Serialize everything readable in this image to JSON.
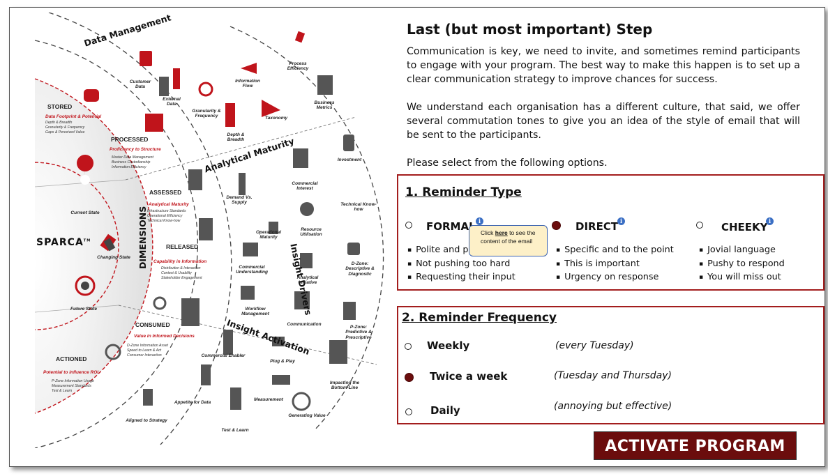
{
  "diagram": {
    "rings": {
      "data_management": "Data Management",
      "analytical_maturity": "Analytical Maturity",
      "insight_drivers": "Insight Drivers",
      "insight_activation": "Insight Activation",
      "dimensions": "DIMENSIONS"
    },
    "logo": "SPARCA",
    "logo_tm": "TM",
    "core": {
      "current_state": "Current State",
      "changing_state": "Changing State",
      "future_state": "Future State"
    },
    "stages": {
      "stored": {
        "title": "STORED",
        "sub": "Data Footprint & Potential",
        "lines": [
          "Depth & Breadth",
          "Granularity & Frequency",
          "Gaps & Perceived Value"
        ]
      },
      "processed": {
        "title": "PROCESSED",
        "sub": "Proficiency to Structure",
        "lines": [
          "Master Data Management",
          "Business Custodianship",
          "Information Efficiency"
        ]
      },
      "assessed": {
        "title": "ASSESSED",
        "sub": "Analytical Maturity",
        "lines": [
          "Infrastructure Standards",
          "Operational Efficiency",
          "Technical Know-how"
        ]
      },
      "released": {
        "title": "RELEASED",
        "sub": "Capability in Information",
        "lines": [
          "Distribution & Interaction",
          "Context & Usability",
          "Stakeholder Engagement"
        ]
      },
      "consumed": {
        "title": "CONSUMED",
        "sub": "Value in Informed Decisions",
        "lines": [
          "D-Zone Information Asset",
          "Speed to Learn & Act",
          "Consumer Interaction"
        ]
      },
      "actioned": {
        "title": "ACTIONED",
        "sub": "Potential to influence ROI",
        "lines": [
          "P-Zone Information Usage",
          "Measurement Standards",
          "Test & Learn"
        ]
      }
    },
    "labels": {
      "customer_data": "Customer Data",
      "external_data": "External Data",
      "granularity": "Granularity & Frequency",
      "depth_breadth": "Depth & Breadth",
      "information_flow": "Information Flow",
      "taxonomy": "Taxonomy",
      "process_efficiency": "Process Efficiency",
      "business_metrics": "Business Metrics",
      "investment": "Investment",
      "technical_know_how": "Technical Know-how",
      "commercial_interest": "Commercial Interest",
      "demand_supply": "Demand Vs. Supply",
      "operational_maturity": "Operational Maturity",
      "resource_utilisation": "Resource Utilisation",
      "commercial_understanding": "Commercial Understanding",
      "analytical_initiative": "Analytical Initiative",
      "d_zone": "D-Zone: Descriptive & Diagnostic",
      "workflow_management": "Workflow Management",
      "communication": "Communication",
      "p_zone": "P-Zone: Predictive & Prescriptive",
      "commercial_enabler": "Commercial Enabler",
      "plug_play": "Plug & Play",
      "impacting_bottom_line": "Impacting the Bottom-Line",
      "measurement": "Measurement",
      "appetite_for_data": "Appetite for Data",
      "generating_value": "Generating Value",
      "aligned_to_strategy": "Aligned to Strategy",
      "test_learn": "Test & Learn"
    }
  },
  "content": {
    "title": "Last (but most important) Step",
    "para1": "Communication is key, we need to invite, and sometimes remind participants to engage with your program. The best way to make this happen is to set up  a clear communication strategy to  improve chances for success.",
    "para2": "We understand each organisation has a different culture, that said, we offer several commutation tones to give you an idea of the style of email that will be sent to the participants.",
    "para3": "Please select from the following options."
  },
  "reminder_type": {
    "title": "1. Reminder Type",
    "options": [
      {
        "label": "FORMAL",
        "selected": false,
        "bullets": [
          "Polite and pro",
          "Not pushing too hard",
          "Requesting their input"
        ]
      },
      {
        "label": "DIRECT",
        "selected": true,
        "bullets": [
          "Specific and to the point",
          "This is important",
          "Urgency on response"
        ]
      },
      {
        "label": "CHEEKY",
        "selected": false,
        "bullets": [
          "Jovial language",
          "Pushy to respond",
          "You will miss out"
        ]
      }
    ],
    "info_glyph": "i",
    "tooltip": {
      "pre": "Click ",
      "link": "here",
      "post": " to see the content of the email"
    }
  },
  "reminder_frequency": {
    "title": "2. Reminder Frequency",
    "options": [
      {
        "label": "Weekly",
        "note": "(every Tuesday)",
        "selected": false
      },
      {
        "label": "Twice a week",
        "note": "(Tuesday and Thursday)",
        "selected": true
      },
      {
        "label": "Daily",
        "note": "(annoying but effective)",
        "selected": false
      }
    ]
  },
  "activate_button": "ACTIVATE PROGRAM",
  "colors": {
    "accent": "#6b0d0d",
    "box_border": "#a31d1d",
    "info": "#3b6fc4",
    "tooltip_bg": "#fdf0c8",
    "diagram_red": "#c0141b"
  }
}
